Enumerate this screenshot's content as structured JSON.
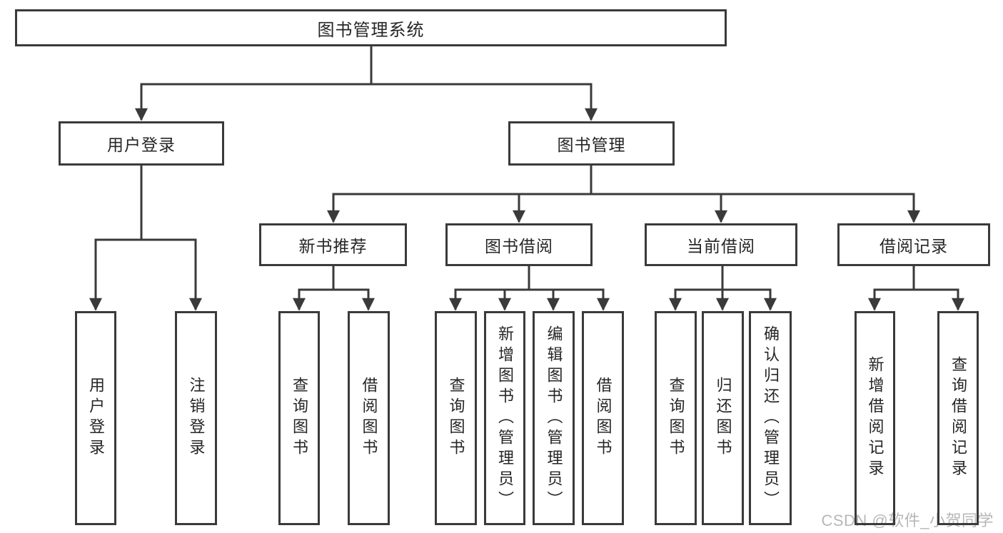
{
  "tree": {
    "label": "图书管理系统",
    "children": [
      {
        "label": "用户登录",
        "children": [
          {
            "label": "用户登录"
          },
          {
            "label": "注销登录"
          }
        ]
      },
      {
        "label": "图书管理",
        "children": [
          {
            "label": "新书推荐",
            "children": [
              {
                "label": "查询图书"
              },
              {
                "label": "借阅图书"
              }
            ]
          },
          {
            "label": "图书借阅",
            "children": [
              {
                "label": "查询图书"
              },
              {
                "label": "新增图书（管理员）"
              },
              {
                "label": "编辑图书（管理员）"
              },
              {
                "label": "借阅图书"
              }
            ]
          },
          {
            "label": "当前借阅",
            "children": [
              {
                "label": "查询图书"
              },
              {
                "label": "归还图书"
              },
              {
                "label": "确认归还（管理员）"
              }
            ]
          },
          {
            "label": "借阅记录",
            "children": [
              {
                "label": "新增借阅记录"
              },
              {
                "label": "查询借阅记录"
              }
            ]
          }
        ]
      }
    ]
  },
  "watermark": {
    "text": "CSDN @软件_小贺同学"
  },
  "colors": {
    "line": "#3a3a3a",
    "text": "#262626",
    "watermark": "#b7b7b7"
  }
}
